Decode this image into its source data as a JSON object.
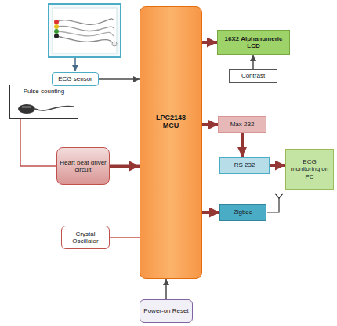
{
  "diagram": {
    "nodes": [
      {
        "text": [
          "ECG sensor"
        ]
      },
      {
        "text": [
          "LPC2148 MCU"
        ]
      },
      {
        "text": [
          "16X2 Alphanumeric LCD"
        ]
      },
      {
        "text": [
          "Contrast"
        ]
      },
      {
        "text": [
          "Pulse counting"
        ]
      },
      {
        "text": [
          "Max 232"
        ]
      },
      {
        "text": [
          "RS 232"
        ]
      },
      {
        "text": [
          "ECG monitoring on PC"
        ]
      },
      {
        "text": [
          "Heart beat driver circuit"
        ]
      },
      {
        "text": [
          "Zigbee"
        ]
      },
      {
        "text": [
          "Crystal Oscillator"
        ]
      },
      {
        "text": [
          "Power-on Reset"
        ]
      }
    ],
    "edges": [
      {
        "from": 0,
        "to": 1,
        "arrow": "to"
      },
      {
        "from": 1,
        "to": 2,
        "arrow": "to"
      },
      {
        "from": 3,
        "to": 2,
        "arrow": "to"
      },
      {
        "from": 4,
        "to": 8,
        "arrow": "none"
      },
      {
        "from": 8,
        "to": 1,
        "arrow": "to"
      },
      {
        "from": 1,
        "to": 5,
        "arrow": "to"
      },
      {
        "from": 5,
        "to": 6,
        "arrow": "to"
      },
      {
        "from": 6,
        "to": 7,
        "arrow": "to"
      },
      {
        "from": 1,
        "to": 9,
        "arrow": "to"
      },
      {
        "from": 10,
        "to": 1,
        "arrow": "none"
      },
      {
        "from": 11,
        "to": 1,
        "arrow": "to"
      }
    ]
  }
}
